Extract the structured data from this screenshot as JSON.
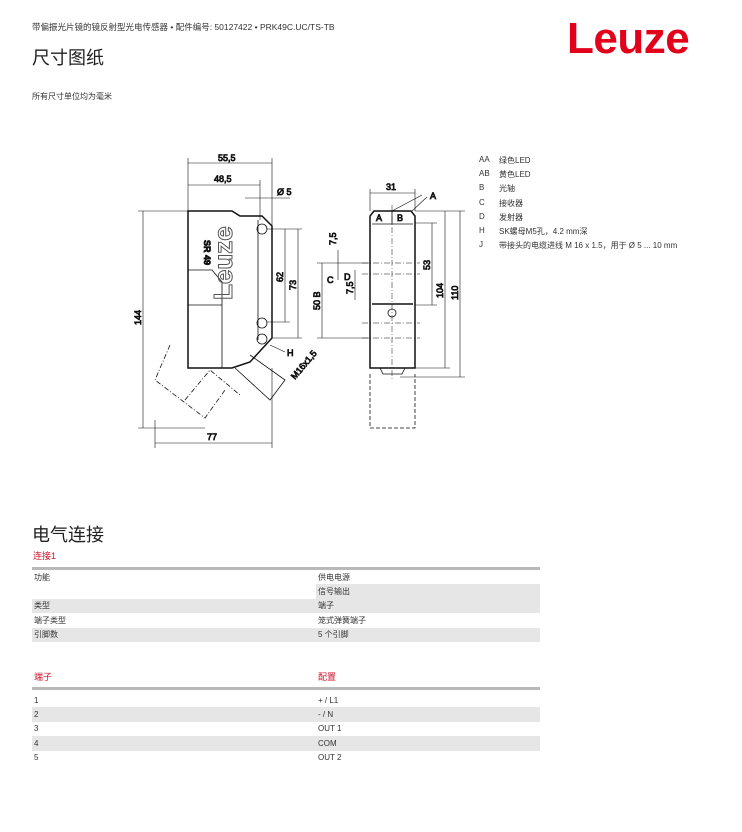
{
  "header": {
    "subtitle": "带偏振光片镜的镜反射型光电传感器 • 配件编号: 50127422 • PRK49C.UC/TS-TB",
    "logo": "Leuze",
    "section_title": "尺寸图纸",
    "units_note": "所有尺寸单位均为毫米"
  },
  "drawing": {
    "dims": {
      "w55": "55,5",
      "w48": "48,5",
      "d5": "Ø 5",
      "h144": "144",
      "w77": "77",
      "h62": "62",
      "h73": "73",
      "h_label": "H",
      "thread": "M16x1,5",
      "w31": "31",
      "a_label": "A",
      "aa": "A",
      "ab": "B",
      "h110": "110",
      "h104": "104",
      "h53": "53",
      "b50": "50 B",
      "c": "C",
      "d": "D",
      "s75a": "7,5",
      "s75b": "7,5",
      "brand": "Leuze",
      "model": "SR 49"
    }
  },
  "legend": [
    {
      "key": "AA",
      "text": "绿色LED"
    },
    {
      "key": "AB",
      "text": "黄色LED"
    },
    {
      "key": "B",
      "text": "光轴"
    },
    {
      "key": "C",
      "text": "接收器"
    },
    {
      "key": "D",
      "text": "发射器"
    },
    {
      "key": "H",
      "text": "SK螺母M5孔，4.2 mm深"
    },
    {
      "key": "J",
      "text": "带接头的电缆进线 M 16 x 1.5，用于 Ø 5 ... 10 mm"
    }
  ],
  "electrical": {
    "title": "电气连接",
    "connection": "连接1",
    "rows": [
      {
        "label": "功能",
        "value": "供电电源"
      },
      {
        "label": "",
        "value": "信号输出"
      },
      {
        "label": "类型",
        "value": "端子"
      },
      {
        "label": "端子类型",
        "value": "笼式弹簧端子"
      },
      {
        "label": "引脚数",
        "value": "5 个引脚"
      }
    ],
    "pin_header": {
      "pin": "端子",
      "assign": "配置"
    },
    "pins": [
      {
        "pin": "1",
        "assign": "+ / L1"
      },
      {
        "pin": "2",
        "assign": "- / N"
      },
      {
        "pin": "3",
        "assign": "OUT 1"
      },
      {
        "pin": "4",
        "assign": "COM"
      },
      {
        "pin": "5",
        "assign": "OUT 2"
      }
    ]
  }
}
